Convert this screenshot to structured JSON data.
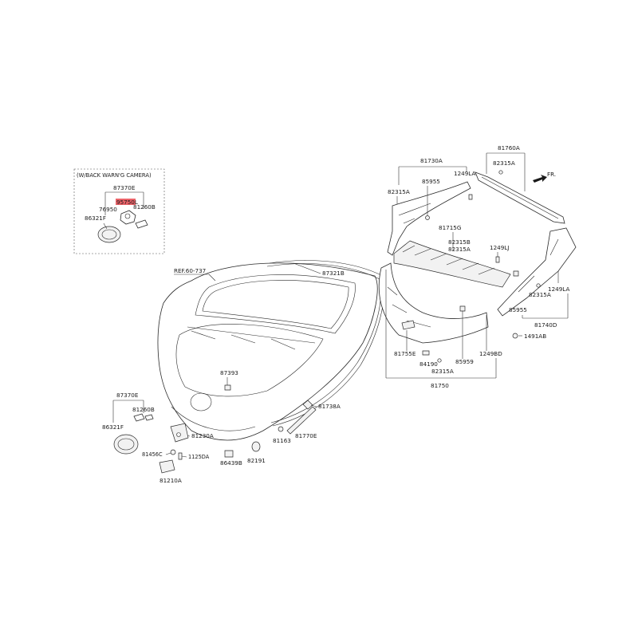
{
  "box": {
    "title": "(W/BACK WARN'G CAMERA)"
  },
  "highlight_color": "#e8484f",
  "labels": {
    "b_87370E": "87370E",
    "b_95750L": "95750L",
    "b_76950": "76950",
    "b_81260B": "81260B",
    "b_86321F": "86321F",
    "ref": "REF.60-737",
    "p_87321B": "87321B",
    "p_87393": "87393",
    "p_87370E": "87370E",
    "p_81260B": "81260B",
    "p_86321F": "86321F",
    "p_81230A": "81230A",
    "p_81456C": "81456C",
    "p_1125DA": "1125DA",
    "p_81210A": "81210A",
    "p_86439B": "86439B",
    "p_82191": "82191",
    "p_81738A": "81738A",
    "p_81163": "81163",
    "p_81770E": "81770E",
    "p_81730A": "81730A",
    "p_82315A_a": "82315A",
    "p_85955_a": "85955",
    "p_1249LA_a": "1249LA",
    "p_81760A": "81760A",
    "p_82315A_b": "82315A",
    "fr": "FR.",
    "p_81715G": "81715G",
    "p_82315B": "82315B",
    "p_82315A_c": "82315A",
    "p_1249LJ": "1249LJ",
    "p_1249LA_b": "1249LA",
    "p_82315A_d": "82315A",
    "p_85955_b": "85955",
    "p_81740D": "81740D",
    "p_1491AB": "1491AB",
    "p_81755E": "81755E",
    "p_84190": "84190",
    "p_85959": "85959",
    "p_82315A_e": "82315A",
    "p_1249BD": "1249BD",
    "p_81750": "81750"
  }
}
